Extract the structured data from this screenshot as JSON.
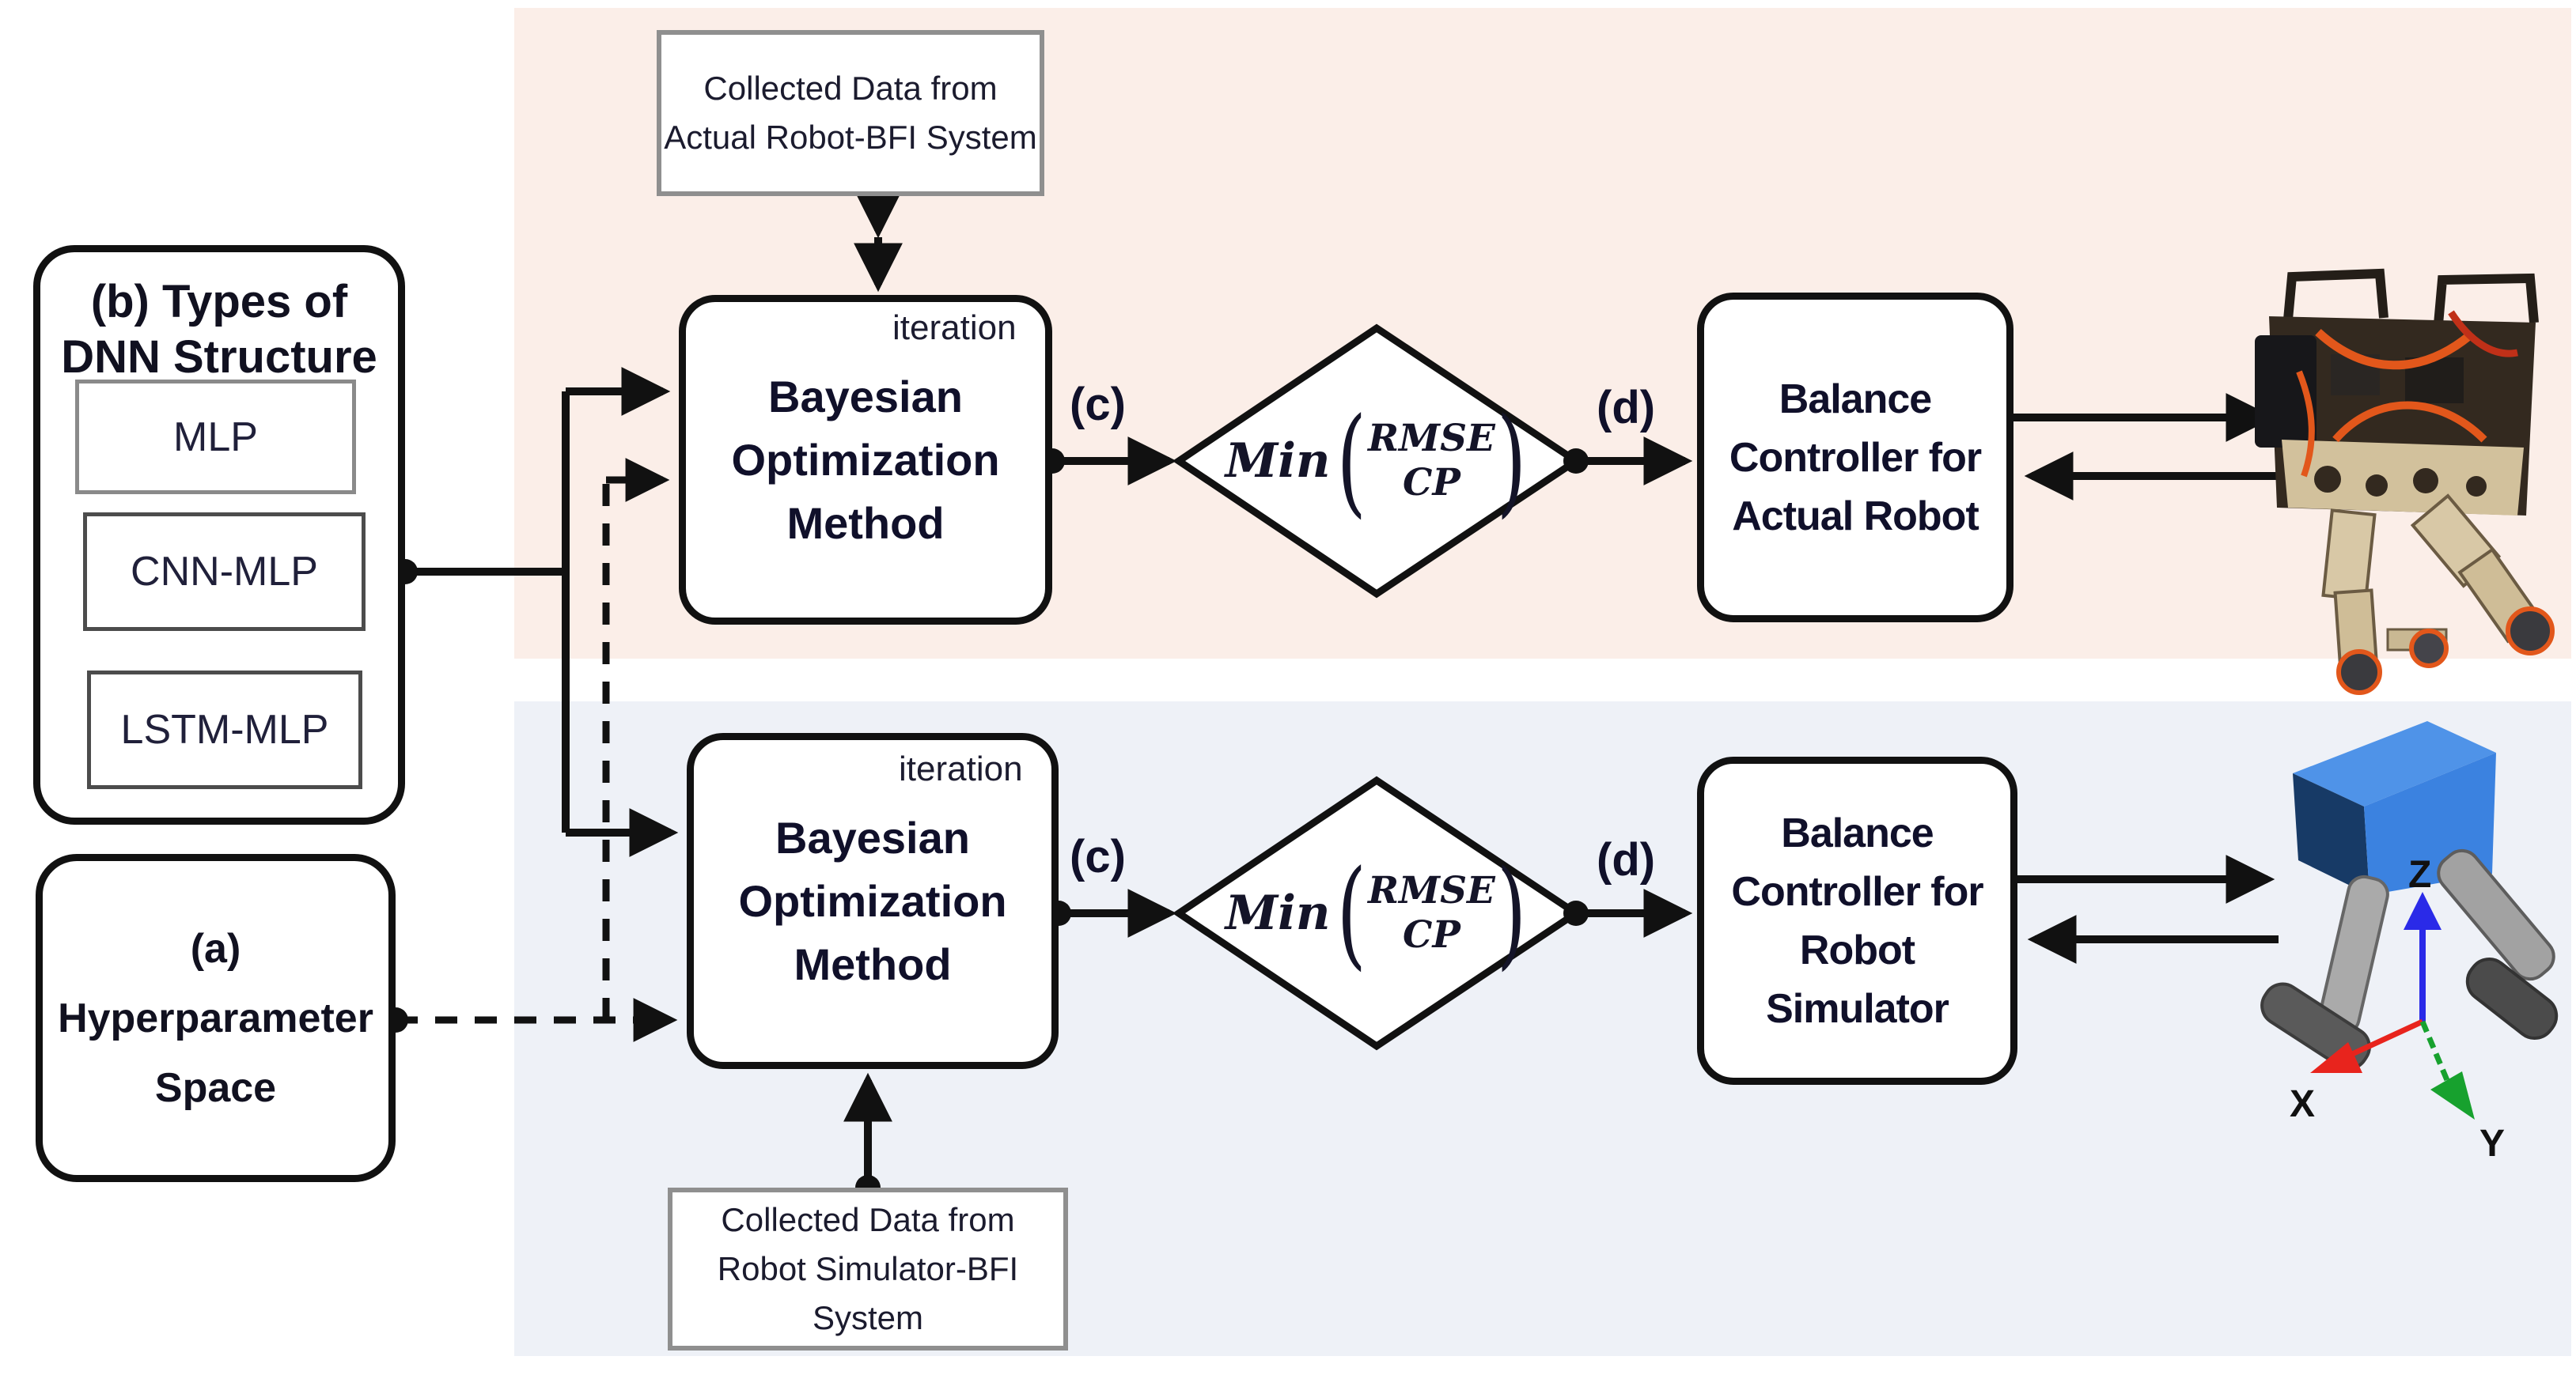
{
  "colors": {
    "panel_actual_bg": "#fbeee8",
    "panel_simulator_bg": "#eef1f7",
    "loop_arrow_actual": "#e08484",
    "loop_arrow_simulator": "#8b9dc0",
    "connector_black": "#111111",
    "sim_box_blue": "#3b82e0",
    "cable_orange": "#e2571b",
    "axis_x_red": "#e8241d",
    "axis_y_green": "#17a12e",
    "axis_z_blue": "#2a2ae8"
  },
  "left_column": {
    "dnn_box": {
      "title_line1": "(b) Types of",
      "title_line2": "DNN Structure",
      "items": [
        {
          "label": "MLP"
        },
        {
          "label": "CNN-MLP"
        },
        {
          "label": "LSTM-MLP"
        }
      ]
    },
    "hyperparameter_box": {
      "line1": "(a)",
      "line2": "Hyperparameter",
      "line3": "Space"
    }
  },
  "top_flow": {
    "data_box": {
      "line1": "Collected Data from",
      "line2": "Actual Robot-BFI System"
    },
    "bayesian_box": {
      "iteration_label": "iteration",
      "line1": "Bayesian",
      "line2": "Optimization",
      "line3": "Method"
    },
    "label_c": "(c)",
    "decision": {
      "prefix": "Min",
      "open_paren": "(",
      "numerator": "RMSE",
      "denominator": "CP",
      "close_paren": ")"
    },
    "label_d": "(d)",
    "controller_box": {
      "line1": "Balance",
      "line2": "Controller for",
      "line3": "Actual Robot"
    }
  },
  "bottom_flow": {
    "data_box": {
      "line1": "Collected Data from",
      "line2": "Robot Simulator-BFI System"
    },
    "bayesian_box": {
      "iteration_label": "iteration",
      "line1": "Bayesian",
      "line2": "Optimization",
      "line3": "Method"
    },
    "label_c": "(c)",
    "decision": {
      "prefix": "Min",
      "open_paren": "(",
      "numerator": "RMSE",
      "denominator": "CP",
      "close_paren": ")"
    },
    "label_d": "(d)",
    "controller_box": {
      "line1": "Balance",
      "line2": "Controller for",
      "line3": "Robot Simulator"
    },
    "axes": {
      "x": "X",
      "y": "Y",
      "z": "Z"
    }
  }
}
